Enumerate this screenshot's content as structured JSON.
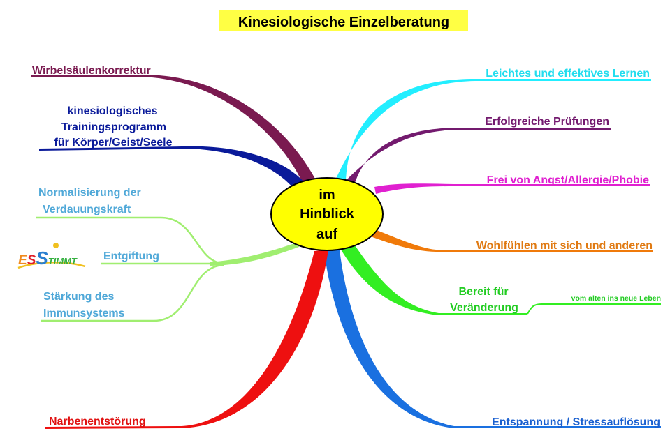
{
  "title": "Kinesiologische Einzelberatung",
  "center": {
    "lines": [
      "im",
      "Hinblick",
      "auf"
    ],
    "fill": "#ffff00",
    "stroke": "#000000"
  },
  "logo": {
    "text": "ESSTIMMT",
    "colors": [
      "#f08a1e",
      "#e0202a",
      "#2a7fd0",
      "#35b040",
      "#f0c020"
    ]
  },
  "branches": {
    "wirbelsaeule": {
      "label": "Wirbelsäulenkorrektur",
      "color": "#7a1a50"
    },
    "training": {
      "lines": [
        "kinesiologisches",
        "Trainingsprogramm",
        "für Körper/Geist/Seele"
      ],
      "color": "#0a1a9a"
    },
    "verdauung": {
      "lines": [
        "Normalisierung der",
        "Verdauungskraft"
      ],
      "color": "#4fa8d8",
      "line_color": "#a0ee70"
    },
    "entgiftung": {
      "label": "Entgiftung",
      "color": "#4fa8d8",
      "line_color": "#a0ee70"
    },
    "immun": {
      "lines": [
        "Stärkung des",
        "Immunsystems"
      ],
      "color": "#4fa8d8",
      "line_color": "#a0ee70"
    },
    "narben": {
      "label": "Narbenentstörung",
      "color": "#e01010"
    },
    "lernen": {
      "label": "Leichtes und effektives Lernen",
      "color": "#22ddee"
    },
    "pruefungen": {
      "label": "Erfolgreiche Prüfungen",
      "color": "#731a6e"
    },
    "angst": {
      "label": "Frei von Angst/Allergie/Phobie",
      "color": "#e020d0"
    },
    "wohl": {
      "label": "Wohlfühlen mit sich und anderen",
      "color": "#e07a12"
    },
    "veraenderung": {
      "lines": [
        "Bereit für",
        "Veränderung"
      ],
      "sub": "vom alten ins neue Leben",
      "color": "#22cc22",
      "line_color": "#33ee22"
    },
    "entspannung": {
      "label": "Entspannung / Stressauflösung",
      "color": "#1a60d0"
    }
  }
}
